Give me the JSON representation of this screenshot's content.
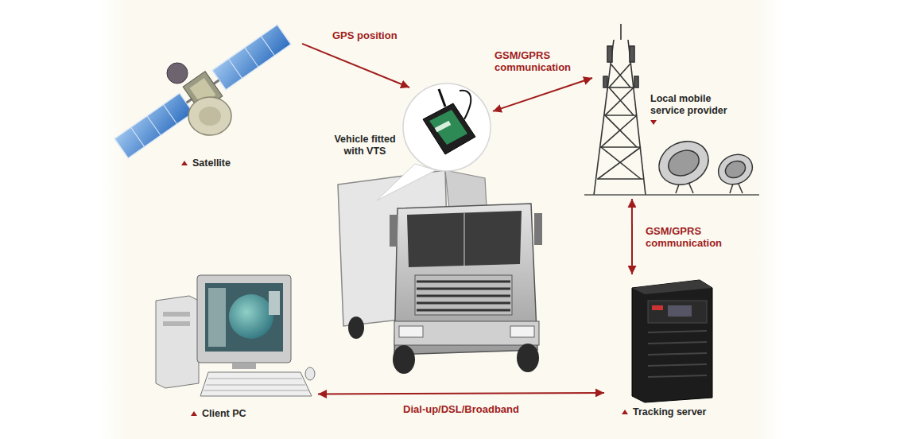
{
  "diagram": {
    "nodes": [
      {
        "text": [
          "Satellite"
        ]
      },
      {
        "text": [
          "Vehicle fitted with VTS"
        ]
      },
      {
        "text": [
          "Local mobile service provider"
        ]
      },
      {
        "text": [
          "Tracking server"
        ]
      },
      {
        "text": [
          "Client PC"
        ]
      }
    ],
    "edges": [
      {
        "from": 0,
        "to": 1,
        "arrow": "to",
        "label": "GPS position"
      },
      {
        "from": 1,
        "to": 2,
        "arrow": "both",
        "label": "GSM/GPRS communication"
      },
      {
        "from": 2,
        "to": 3,
        "arrow": "both",
        "label": "GSM/GPRS communication"
      },
      {
        "from": 4,
        "to": 3,
        "arrow": "both",
        "label": "Dial-up/DSL/Broadband"
      }
    ]
  }
}
